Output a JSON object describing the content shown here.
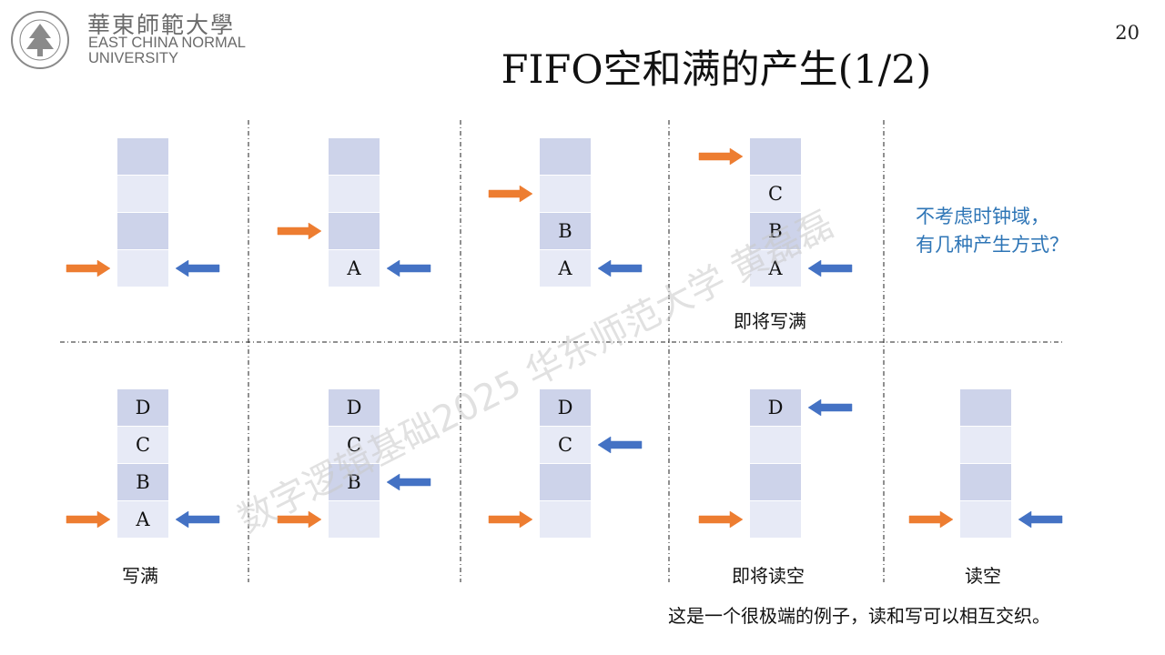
{
  "header": {
    "logo_cn": "華東師範大學",
    "logo_en_line1": "EAST CHINA NORMAL",
    "logo_en_line2": "UNIVERSITY",
    "page_number": "20",
    "title": "FIFO空和满的产生(1/2)"
  },
  "colors": {
    "slot_dark": "#cdd3ea",
    "slot_light": "#e7eaf6",
    "write_pointer": "#ed7d31",
    "read_pointer": "#4472c4",
    "question_text": "#2e75b6"
  },
  "diagram": {
    "top_row": [
      {
        "cells": [
          "",
          "",
          "",
          ""
        ]
      },
      {
        "cells": [
          "",
          "",
          "",
          "A"
        ]
      },
      {
        "cells": [
          "",
          "",
          "B",
          "A"
        ]
      },
      {
        "cells": [
          "",
          "C",
          "B",
          "A"
        ],
        "caption": "即将写满"
      }
    ],
    "bottom_row": [
      {
        "cells": [
          "D",
          "C",
          "B",
          "A"
        ],
        "caption": "写满"
      },
      {
        "cells": [
          "D",
          "C",
          "B",
          ""
        ]
      },
      {
        "cells": [
          "D",
          "C",
          "",
          ""
        ]
      },
      {
        "cells": [
          "D",
          "",
          "",
          ""
        ],
        "caption": "即将读空"
      },
      {
        "cells": [
          "",
          "",
          "",
          ""
        ],
        "caption": "读空"
      }
    ]
  },
  "question": {
    "line1": "不考虑时钟域，",
    "line2": "有几种产生方式？"
  },
  "footnote": "这是一个很极端的例子，读和写可以相互交织。",
  "watermark": "数字逻辑基础2025 华东师范大学 黄磊磊"
}
